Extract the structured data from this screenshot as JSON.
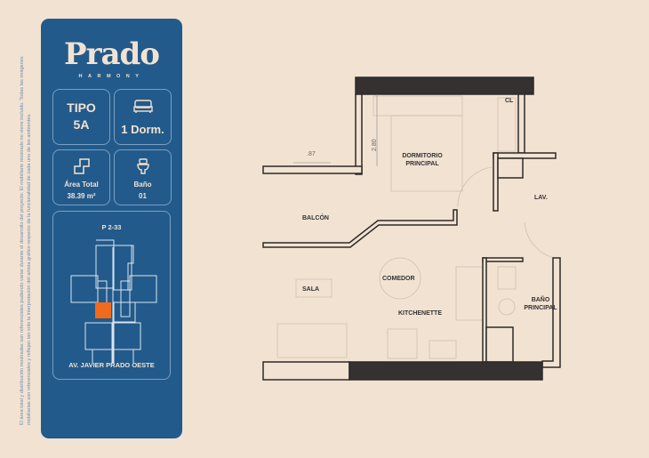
{
  "disclaimer": "El área total y distribución mostradas son referenciales pudiendo variar durante el desarrollo del proyecto. El mobiliario mostrado no viene incluido. Todas las imágenes mobiliarias son referenciales y reflejan tan solo la interpretación del artista gráfico respecto de la funcionalidad de cada uno de los ambientes.",
  "brand": {
    "name": "Prado",
    "subtitle": "HARMONY"
  },
  "colors": {
    "panel": "#225a8b",
    "background": "#f2e2d2",
    "highlight": "#f26a1b",
    "wall": "#333333"
  },
  "specs": {
    "tipo_label": "TIPO",
    "tipo_value": "5A",
    "bedrooms": "1 Dorm.",
    "area_label": "Área Total",
    "area_value": "38.39 m²",
    "bath_label": "Baño",
    "bath_value": "01"
  },
  "key_plan": {
    "floor": "P 2-33",
    "address": "AV. JAVIER PRADO OESTE"
  },
  "floor_plan": {
    "rooms": {
      "dormitorio": "DORMITORIO PRINCIPAL",
      "cl": "CL",
      "lav": "LAV.",
      "balcon": "BALCÓN",
      "sala": "SALA",
      "comedor": "COMEDOR",
      "kitchenette": "KITCHENETTE",
      "bano": "BAÑO PRINCIPAL"
    },
    "dimensions": {
      "balcony_width": ".87",
      "room_height": "2.80"
    }
  }
}
